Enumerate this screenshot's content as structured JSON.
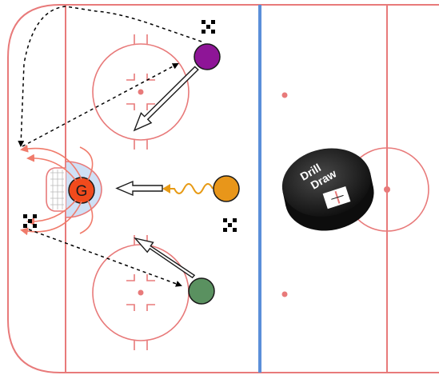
{
  "players": [
    {
      "name": "purple-player",
      "color": "#8e1597"
    },
    {
      "name": "orange-player",
      "color": "#e8961a"
    },
    {
      "name": "green-player",
      "color": "#5a9160"
    }
  ],
  "goalie": {
    "label": "G",
    "color": "#f04a1c"
  },
  "logo": {
    "line1": "Drill",
    "line2": "Draw"
  },
  "colors": {
    "red_line": "#e87a7a",
    "blue_line": "#5b8fd9",
    "crease": "#cfe0f5",
    "skate_path": "#e79a14",
    "goalie_move": "#f07b6b"
  }
}
